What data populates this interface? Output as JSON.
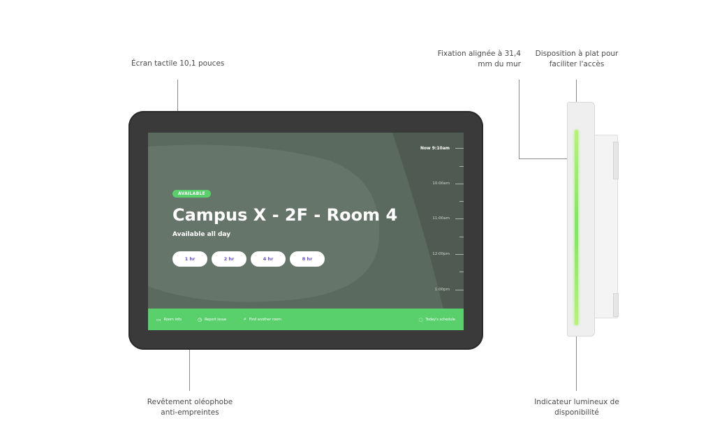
{
  "callouts": {
    "touchscreen": "Écran tactile 10,1 pouces",
    "mount_line1": "Fixation alignée à 31,4",
    "mount_line2": "mm du mur",
    "flat_line1": "Disposition à plat pour",
    "flat_line2": "faciliter l'accès",
    "coating_line1": "Revêtement oléophobe",
    "coating_line2": "anti-empreintes",
    "indicator_line1": "Indicateur lumineux de",
    "indicator_line2": "disponibilité"
  },
  "screen": {
    "status": "AVAILABLE",
    "room_name": "Campus X - 2F - Room 4",
    "availability": "Available all day",
    "book_buttons": [
      "1 hr",
      "2 hr",
      "4 hr",
      "8 hr"
    ],
    "timeline": [
      "Now 9:10am",
      "10:00am",
      "11:00am",
      "12:00pm",
      "1:00pm"
    ],
    "bottom_bar": {
      "room_info": "Room info",
      "report_issue": "Report issue",
      "find_room": "Find another room",
      "schedule": "Today's schedule"
    }
  },
  "colors": {
    "screen_bg": "#4d5a50",
    "accent_green": "#5ad06d",
    "button_text": "#6b4fc8",
    "led": "#7fe85b"
  }
}
